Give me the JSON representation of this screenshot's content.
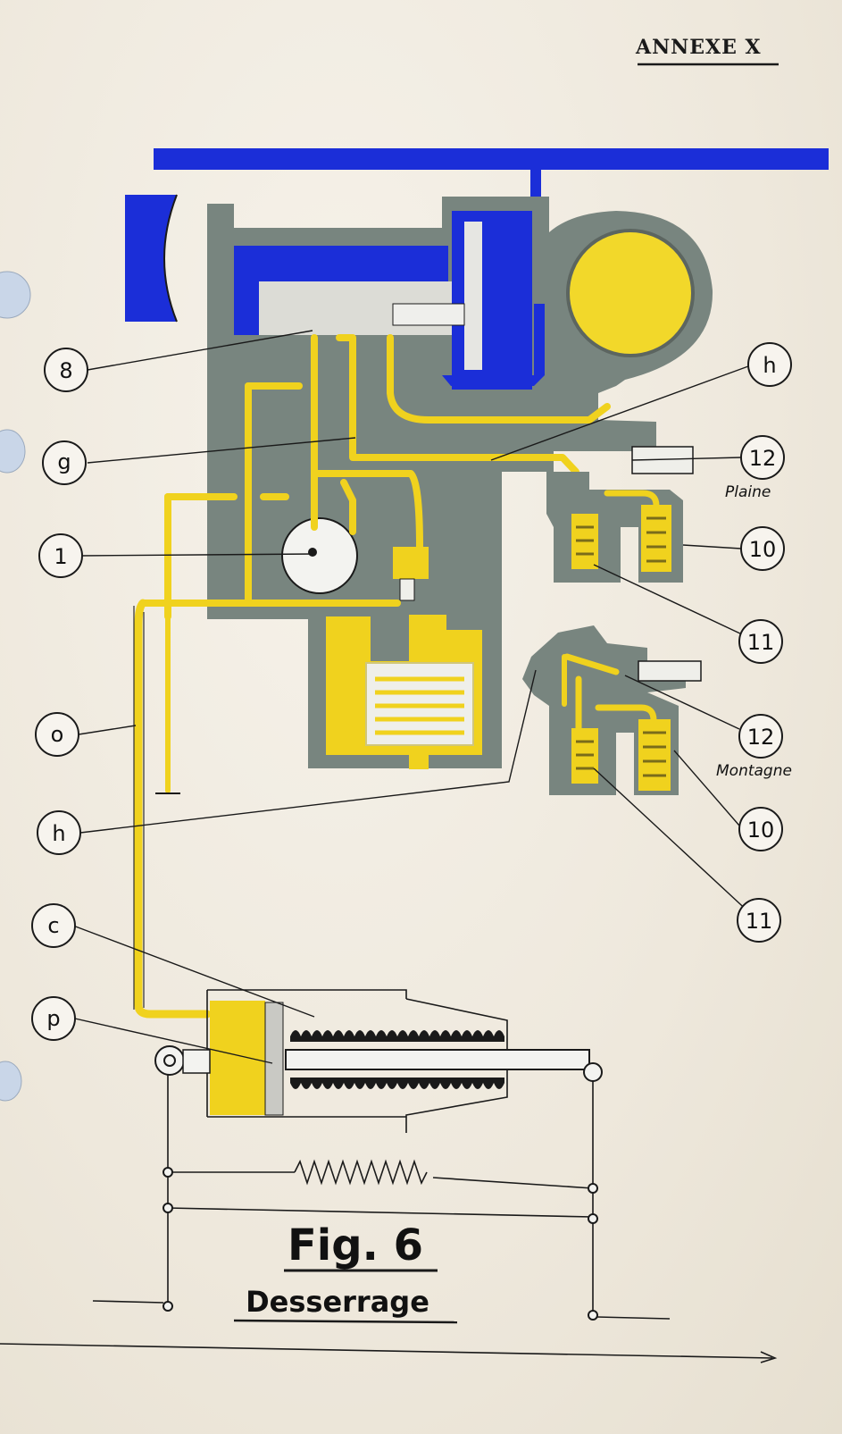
{
  "header": {
    "annex_label": "ANNEXE X"
  },
  "figure": {
    "title": "Fig. 6",
    "subtitle": "Desserrage"
  },
  "callouts": {
    "c8": "8",
    "cg": "g",
    "c1": "1",
    "co": "o",
    "ch_left": "h",
    "cc": "c",
    "cp": "p",
    "ch_right": "h",
    "c12_top": "12",
    "c10_top": "10",
    "c11_top": "11",
    "c12_bottom": "12",
    "c10_bottom": "10",
    "c11_bottom": "11"
  },
  "modes": {
    "top": "Plaine",
    "bottom": "Montagne"
  },
  "colors": {
    "air_pressure": "#f0d21e",
    "main_pipe": "#1b2ed8",
    "body": "#78857f",
    "paper": "#f1ece2"
  }
}
